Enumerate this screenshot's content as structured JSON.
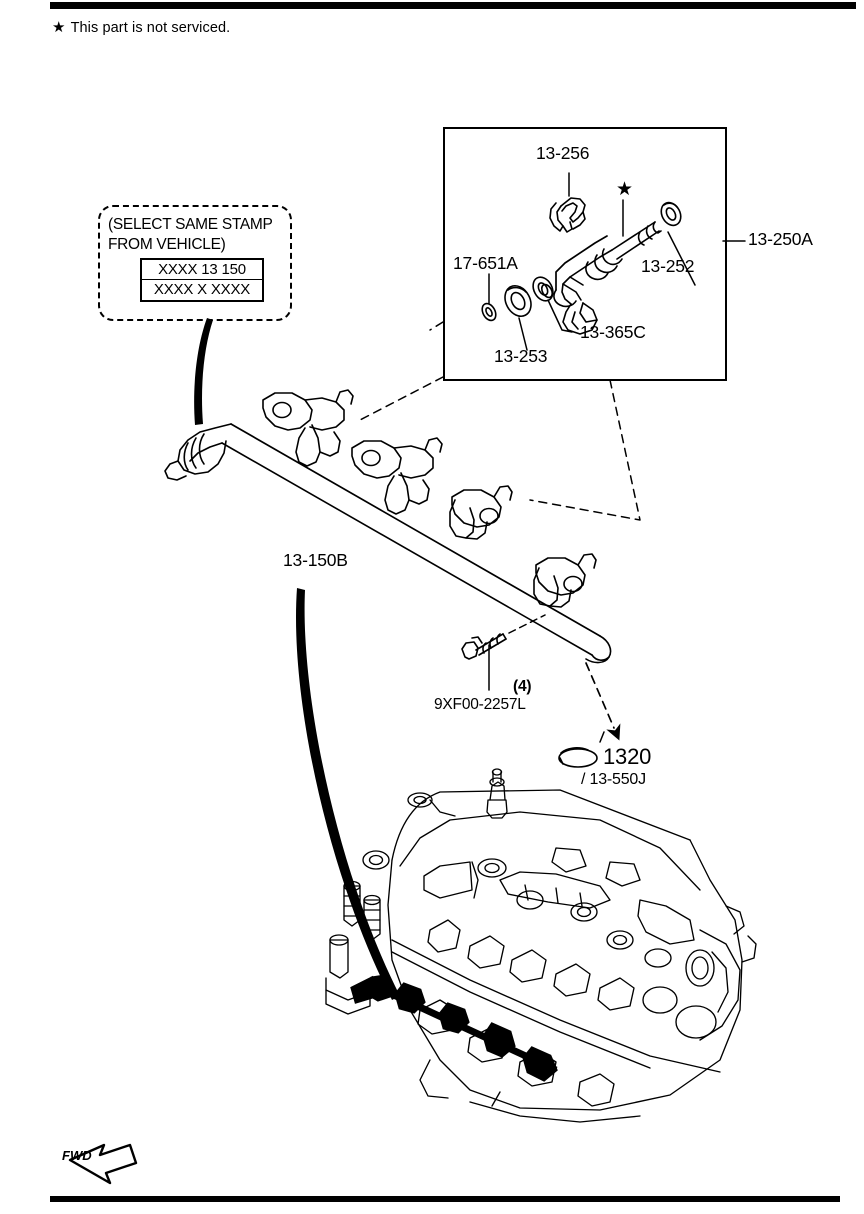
{
  "page": {
    "note": "This part is not serviced.",
    "note_star": "★",
    "fwd_label": "FWD"
  },
  "stamp_callout": {
    "line1": "(SELECT SAME STAMP",
    "line2": "FROM VEHICLE)",
    "plate_line1": "XXXX 13 150",
    "plate_line2": "XXXX X XXXX"
  },
  "inset": {
    "box_label": "13-250A",
    "star": "★",
    "parts": [
      {
        "id": "13-256",
        "name": "injector-retaining-clip"
      },
      {
        "id": "13-252",
        "name": "injector-o-ring-upper"
      },
      {
        "id": "17-651A",
        "name": "injector-seal-small"
      },
      {
        "id": "13-253",
        "name": "injector-insulator"
      },
      {
        "id": "13-365C",
        "name": "injector-o-ring-lower"
      }
    ]
  },
  "main": {
    "fuel_rail": "13-150B",
    "bolt": "9XF00-2257L",
    "bolt_qty": "(4)",
    "engine_ref_number": "1320",
    "engine_ref_part": "/ 13-550J"
  }
}
